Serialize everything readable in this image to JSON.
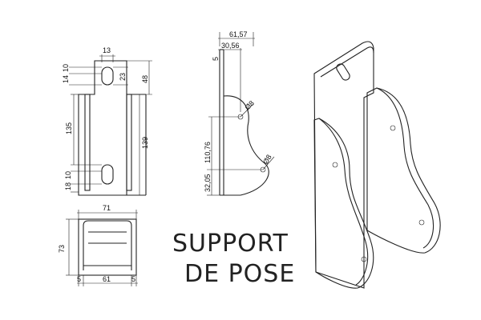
{
  "title": {
    "line1": "SUPPORT",
    "line2": "DE POSE"
  },
  "front_view": {
    "dims": {
      "slot_width": "13",
      "top_a": "10",
      "top_b": "14",
      "slot_len": "23",
      "top_height": "48",
      "mid_height": "135",
      "total_height": "139",
      "bot_a": "18",
      "bot_b": "10"
    }
  },
  "side_view": {
    "dims": {
      "width": "61,57",
      "offset": "30,56",
      "thickness": "5",
      "hole_top": "Ø8",
      "hole_bottom": "Ø8",
      "height_a": "110,76",
      "height_b": "32,05"
    }
  },
  "bottom_view": {
    "dims": {
      "width": "71",
      "height": "73",
      "inner": "61",
      "left": "5",
      "right": "5"
    }
  }
}
